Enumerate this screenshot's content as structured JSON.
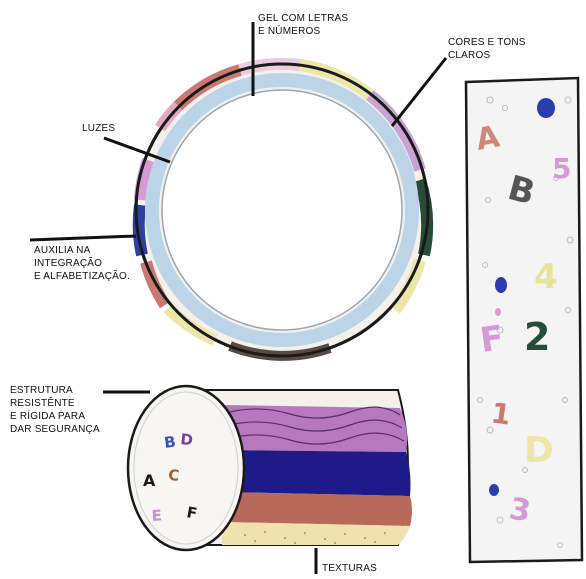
{
  "labels": {
    "gel": "GEL COM LETRAS\nE NÚMEROS",
    "cores": "CORES E TONS\nCLAROS",
    "luzes": "LUZES",
    "auxilia": "AUXILIA NA\nINTEGRAÇÃO\nE ALFABETIZAÇÃO.",
    "estrutura": "ESTRUTURA\nRESISTÊNTE\nE RÍGIDA PARA\nDAR SEGURANÇA",
    "texturas": "TEXTURAS"
  },
  "cylinder_letters": [
    "B",
    "D",
    "A",
    "C",
    "E",
    "F"
  ],
  "strip_glyphs": [
    "A",
    "B",
    "5",
    "4",
    "F",
    "2",
    "1",
    "D",
    "3"
  ],
  "colors": {
    "ring_red": "#c97a70",
    "ring_pink": "#e2a9c4",
    "ring_yellow": "#ece7a8",
    "ring_purple": "#c9a3d6",
    "ring_green": "#274d3a",
    "ring_blue": "#2f3fa0",
    "ring_inner_blue": "#bcd4e8",
    "band_purple": "#b878c0",
    "band_navy": "#1f1a8a",
    "band_brown": "#b86a5a",
    "band_sand": "#f0e2b0",
    "strip_bg": "#f4f4f4"
  }
}
